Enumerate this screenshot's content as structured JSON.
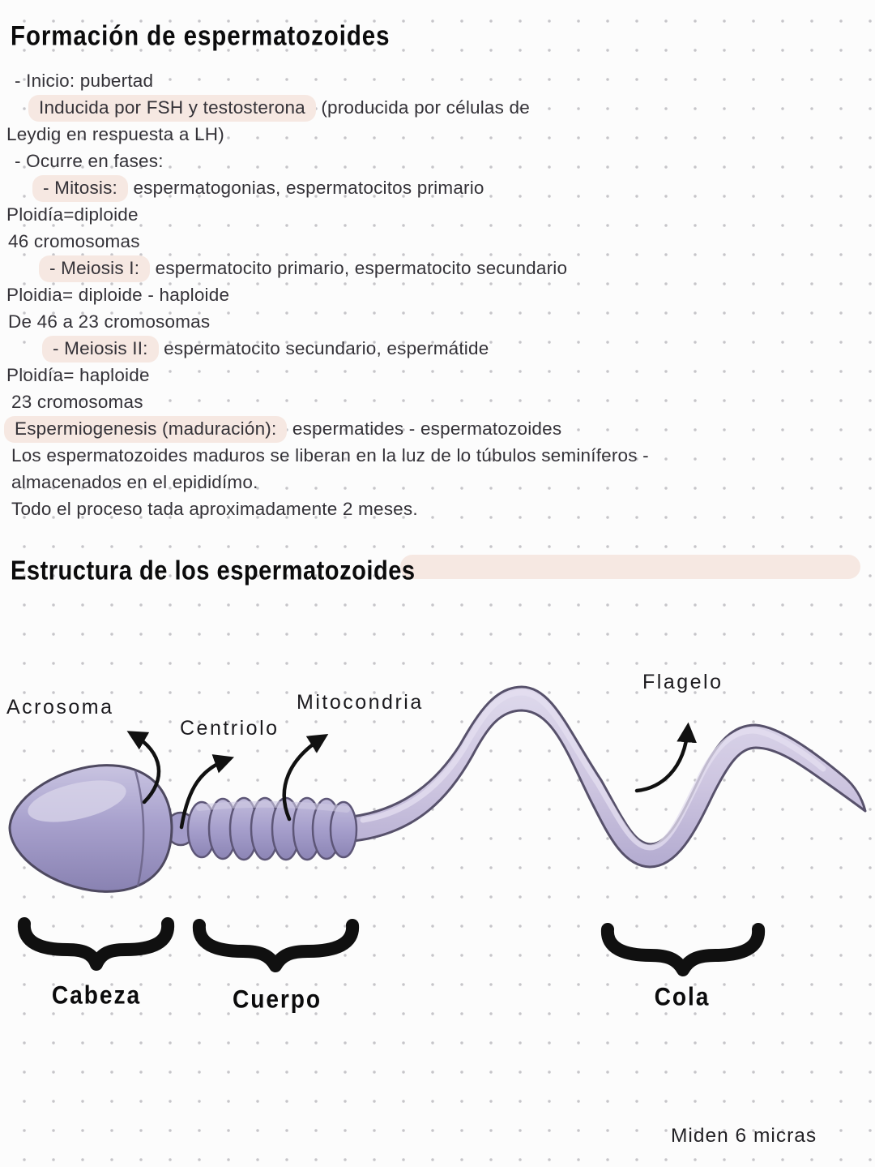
{
  "title": "Formación de espermatozoides",
  "notes": {
    "lines": [
      {
        "indent": 18,
        "parts": [
          {
            "t": "- Inicio: pubertad",
            "hl": false
          }
        ]
      },
      {
        "indent": 35,
        "parts": [
          {
            "t": "Inducida por FSH y testosterona",
            "hl": true
          },
          {
            "t": " (producida por células de",
            "hl": false
          }
        ]
      },
      {
        "indent": 8,
        "parts": [
          {
            "t": "Leydig en respuesta a LH)",
            "hl": false
          }
        ]
      },
      {
        "indent": 18,
        "parts": [
          {
            "t": "- Ocurre en fases:",
            "hl": false
          }
        ]
      },
      {
        "indent": 40,
        "parts": [
          {
            "t": "- Mitosis:",
            "hl": true
          },
          {
            "t": " espermatogonias, espermatocitos primario",
            "hl": false
          }
        ]
      },
      {
        "indent": 8,
        "parts": [
          {
            "t": "Ploidía=diploide",
            "hl": false
          }
        ]
      },
      {
        "indent": 10,
        "parts": [
          {
            "t": "46 cromosomas",
            "hl": false
          }
        ]
      },
      {
        "indent": 48,
        "parts": [
          {
            "t": "- Meiosis I:",
            "hl": true
          },
          {
            "t": " espermatocito primario, espermatocito secundario",
            "hl": false
          }
        ]
      },
      {
        "indent": 8,
        "parts": [
          {
            "t": "Ploidia= diploide - haploide",
            "hl": false
          }
        ]
      },
      {
        "indent": 10,
        "parts": [
          {
            "t": "De 46 a 23 cromosomas",
            "hl": false
          }
        ]
      },
      {
        "indent": 52,
        "parts": [
          {
            "t": "- Meiosis II:",
            "hl": true
          },
          {
            "t": " espermatocito secundario, espermátide",
            "hl": false
          }
        ]
      },
      {
        "indent": 8,
        "parts": [
          {
            "t": "Ploidía= haploide",
            "hl": false
          }
        ]
      },
      {
        "indent": 14,
        "parts": [
          {
            "t": "23 cromosomas",
            "hl": false
          }
        ]
      },
      {
        "indent": 5,
        "parts": [
          {
            "t": "Espermiogenesis (maduración):",
            "hl": true
          },
          {
            "t": " espermatides - espermatozoides",
            "hl": false
          }
        ]
      },
      {
        "indent": 14,
        "parts": [
          {
            "t": "Los espermatozoides maduros se liberan en la luz de lo túbulos seminíferos -",
            "hl": false
          }
        ]
      },
      {
        "indent": 14,
        "parts": [
          {
            "t": "almacenados en el epididímo.",
            "hl": false
          }
        ]
      },
      {
        "indent": 14,
        "parts": [
          {
            "t": "Todo el proceso tada aproximadamente 2 meses.",
            "hl": false
          }
        ]
      }
    ]
  },
  "section2": {
    "title": "Estructura de los espermatozoides"
  },
  "diagram": {
    "part_labels": {
      "acrosoma": "Acrosoma",
      "centriolo": "Centriolo",
      "mitocondria": "Mitocondria",
      "flagelo": "Flagelo"
    },
    "region_labels": {
      "cabeza": "Cabeza",
      "cuerpo": "Cuerpo",
      "cola": "Cola"
    },
    "caption": "Miden 6 micras"
  },
  "colors": {
    "highlight_pill": "#f6e8e2",
    "sperm_body": "#a8a1cd",
    "sperm_tail_light": "#cdc5e0",
    "outline": "#57516b",
    "ink": "#0b0b0c",
    "paper": "#fcfcfc"
  }
}
